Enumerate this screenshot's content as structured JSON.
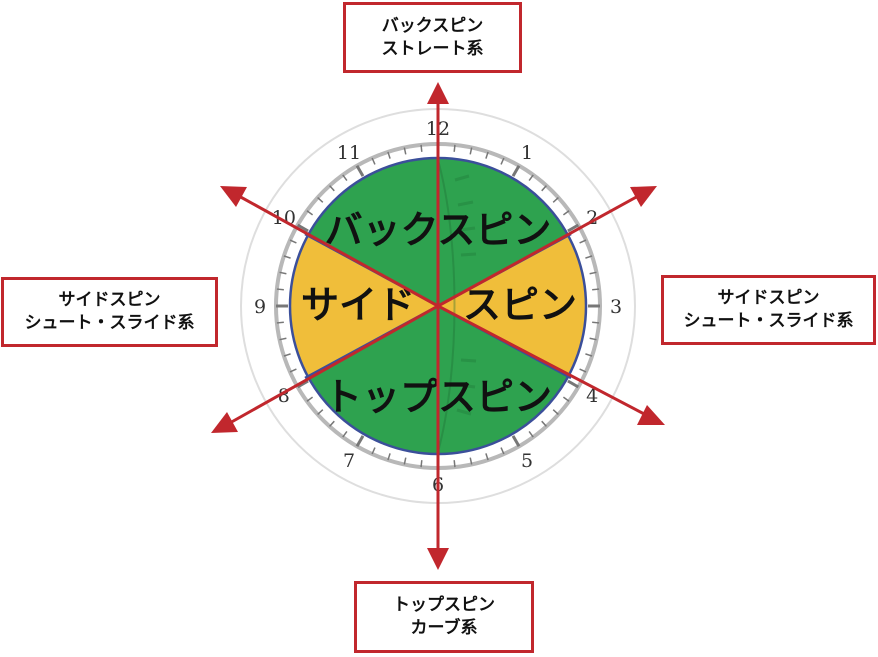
{
  "labels": {
    "top": {
      "line1": "バックスピン",
      "line2": "ストレート系"
    },
    "left": {
      "line1": "サイドスピン",
      "line2": "シュート・スライド系"
    },
    "right": {
      "line1": "サイドスピン",
      "line2": "シュート・スライド系"
    },
    "bottom": {
      "line1": "トップスピン",
      "line2": "カーブ系"
    }
  },
  "segments": {
    "top": "バックスピン",
    "left": "サイド",
    "right": "スピン",
    "bottom": "トップスピン"
  },
  "clock_numbers": [
    "12",
    "1",
    "2",
    "3",
    "4",
    "5",
    "6",
    "7",
    "8",
    "9",
    "10",
    "11"
  ],
  "colors": {
    "green": "#2ea24f",
    "yellow": "#f0be3a",
    "arrow": "#c1272d",
    "box_border": "#c1272d",
    "blue_outline": "#3b4f9a"
  }
}
